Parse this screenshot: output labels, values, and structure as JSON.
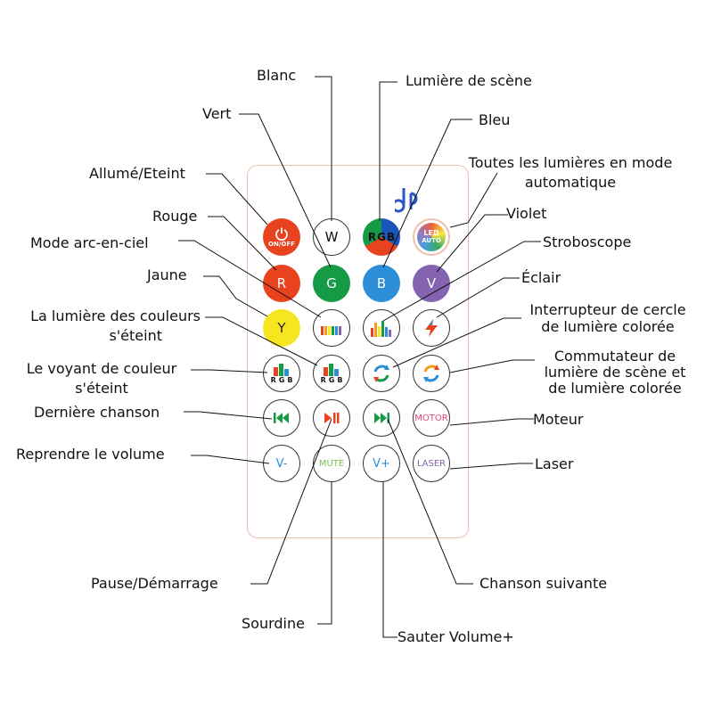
{
  "labels": {
    "blanc": "Blanc",
    "lumiere_scene": "Lumière de scène",
    "vert": "Vert",
    "bleu": "Bleu",
    "allume": "Allumé/Eteint",
    "auto_1": "Toutes les lumières en mode",
    "auto_2": "automatique",
    "rouge": "Rouge",
    "violet": "Violet",
    "arc": "Mode arc-en-ciel",
    "strobo": "Stroboscope",
    "jaune": "Jaune",
    "eclair": "Éclair",
    "couleurs_off_1": "La lumière des couleurs",
    "couleurs_off_2": "s'éteint",
    "cercle_1": "Interrupteur de cercle",
    "cercle_2": "de lumière colorée",
    "voyant_1": "Le voyant de couleur",
    "voyant_2": "s'éteint",
    "commut_1": "Commutateur de",
    "commut_2": "lumière de scène et",
    "commut_3": "de lumière colorée",
    "derniere": "Dernière chanson",
    "moteur": "Moteur",
    "reprendre": "Reprendre le volume",
    "laser": "Laser",
    "pause": "Pause/Démarrage",
    "suivante": "Chanson suivante",
    "sourdine": "Sourdine",
    "sauter": "Sauter Volume+"
  },
  "buttons": {
    "power_text": "ON/OFF",
    "w": "W",
    "rgb_r": "R",
    "rgb_g": "G",
    "rgb_b": "B",
    "led_1": "LED",
    "led_2": "AUTO",
    "r": "R",
    "g": "G",
    "b": "B",
    "v": "V",
    "y": "Y",
    "bar_r": "R",
    "bar_g": "G",
    "bar_b": "B",
    "bar2_r": "R",
    "bar2_g": "G",
    "bar2_b": "B",
    "motor": "MOTOR",
    "vminus": "V-",
    "mute": "MUTE",
    "vplus": "V+",
    "laser": "LASER"
  },
  "colors": {
    "red": "#e8421f",
    "green": "#159a46",
    "blue": "#2c8ed6",
    "violet": "#8463b0",
    "yellow": "#f6e61f"
  }
}
